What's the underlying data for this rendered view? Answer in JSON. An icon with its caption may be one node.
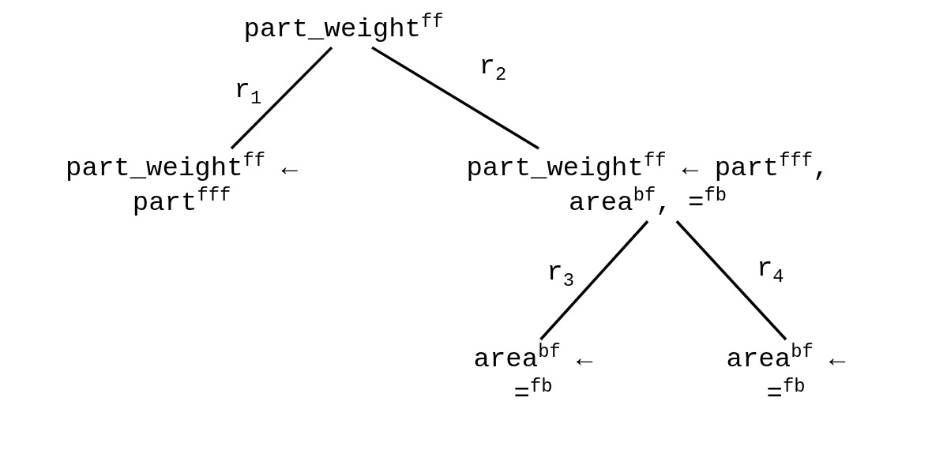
{
  "diagram": {
    "nodes": [
      {
        "text": [
          "part_weight$^{ff}$"
        ]
      },
      {
        "text": [
          "part_weight$^{ff}$ ← part$^{fff}$"
        ]
      },
      {
        "text": [
          "part_weight$^{ff}$ ← part$^{fff}$, area$^{bf}$, =$^{fb}$"
        ]
      },
      {
        "text": [
          "area$^{bf}$ ← =$^{fb}$"
        ]
      },
      {
        "text": [
          "area$^{bf}$ ← =$^{fb}$"
        ]
      }
    ],
    "edges": [
      {
        "from": 0,
        "to": 1,
        "arrow": "none",
        "label": "r$_{1}$"
      },
      {
        "from": 0,
        "to": 2,
        "arrow": "none",
        "label": "r$_{2}$"
      },
      {
        "from": 2,
        "to": 3,
        "arrow": "none",
        "label": "r$_{3}$"
      },
      {
        "from": 2,
        "to": 4,
        "arrow": "none",
        "label": "r$_{4}$"
      }
    ]
  }
}
